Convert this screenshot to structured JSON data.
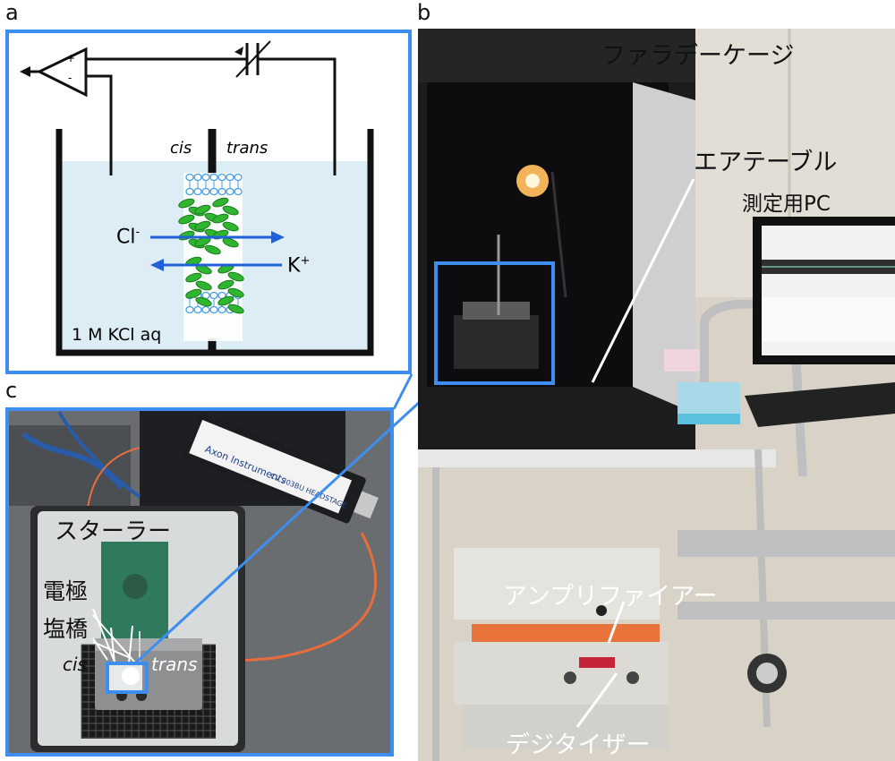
{
  "panels": {
    "a": "a",
    "b": "b",
    "c": "c"
  },
  "diagram": {
    "cis": "cis",
    "trans": "trans",
    "cl_ion": "Cl",
    "cl_sup": "-",
    "k_ion": "K",
    "k_sup": "+",
    "solution": "1 M KCl aq",
    "amp_plus": "+",
    "amp_minus": "-"
  },
  "photo_b": {
    "faraday_cage": "ファラデーケージ",
    "air_table": "エアテーブル",
    "pc": "測定用PC",
    "amplifier": "アンプリファイアー",
    "digitizer": "デジタイザー"
  },
  "photo_c": {
    "stirrer": "スターラー",
    "electrode": "電極",
    "salt_bridge": "塩橋",
    "cis": "cis",
    "trans": "trans",
    "headstage_brand": "Axon Instruments",
    "headstage_model": "CV 203BU HEADSTAGE"
  },
  "colors": {
    "frame": "#3d8ef0",
    "liquid": "#dcedf5",
    "helix": "#2fb52f",
    "lipid": "#4a9fe0",
    "arrow": "#2060d8"
  }
}
